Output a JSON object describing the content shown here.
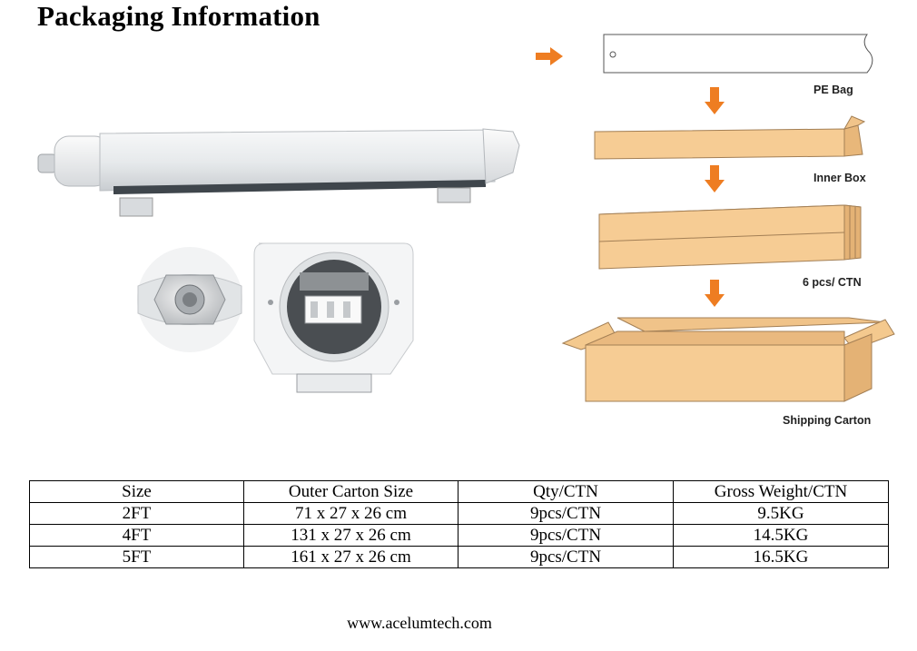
{
  "page_title": "Packaging Information",
  "packaging_steps": [
    {
      "label": "PE Bag"
    },
    {
      "label": "Inner Box"
    },
    {
      "label": "6 pcs/ CTN"
    },
    {
      "label": "Shipping Carton"
    }
  ],
  "table": {
    "headers": [
      "Size",
      "Outer Carton Size",
      "Qty/CTN",
      "Gross Weight/CTN"
    ],
    "rows": [
      [
        "2FT",
        "71 x 27 x 26 cm",
        "9pcs/CTN",
        "9.5KG"
      ],
      [
        "4FT",
        "131 x 27 x 26 cm",
        "9pcs/CTN",
        "14.5KG"
      ],
      [
        "5FT",
        "161 x 27 x 26 cm",
        "9pcs/CTN",
        "16.5KG"
      ]
    ]
  },
  "footer": {
    "website": "www.acelumtech.com"
  },
  "colors": {
    "arrow": "#ee7d22",
    "carton_fill": "#f6cc94",
    "carton_stroke": "#a37f55",
    "fixture_body": "#eef0f1"
  }
}
